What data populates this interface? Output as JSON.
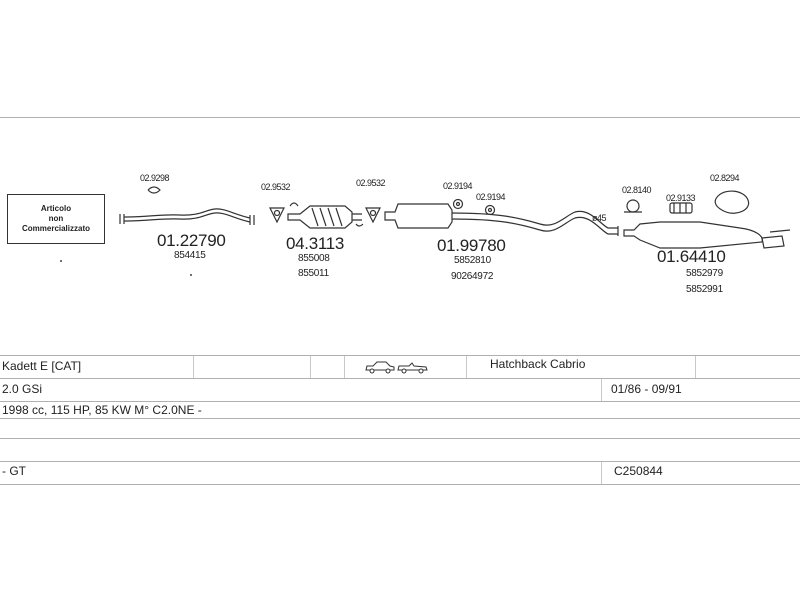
{
  "notice": {
    "line1": "Articolo",
    "line2": "non",
    "line3": "Commercializzato"
  },
  "parts": [
    {
      "code": "02.9298",
      "refs": []
    },
    {
      "code": "01.22790",
      "refs": [
        "854415"
      ]
    },
    {
      "code": "02.9532",
      "refs": []
    },
    {
      "code": "04.3113",
      "refs": [
        "855008",
        "855011"
      ]
    },
    {
      "code": "02.9532",
      "refs": []
    },
    {
      "code": "02.9194",
      "refs": []
    },
    {
      "code": "02.9194",
      "refs": []
    },
    {
      "code": "01.99780",
      "refs": [
        "5852810",
        "90264972"
      ]
    },
    {
      "code": "02.8140",
      "refs": []
    },
    {
      "code": "02.9133",
      "refs": []
    },
    {
      "code": "02.8294",
      "refs": []
    },
    {
      "code": "01.64410",
      "refs": [
        "5852979",
        "5852991"
      ]
    }
  ],
  "pipe_label": "ø45",
  "vehicle": {
    "model": "Kadett  E  [CAT]",
    "body": "Hatchback Cabrio",
    "engine": "2.0 GSi",
    "years": "01/86 - 09/91",
    "specs": "1998 cc, 115 HP, 85 KW M° C2.0NE -",
    "variant": "- GT",
    "code": "C250844"
  },
  "icons": [
    "hatchback-car-icon",
    "cabrio-car-icon"
  ]
}
